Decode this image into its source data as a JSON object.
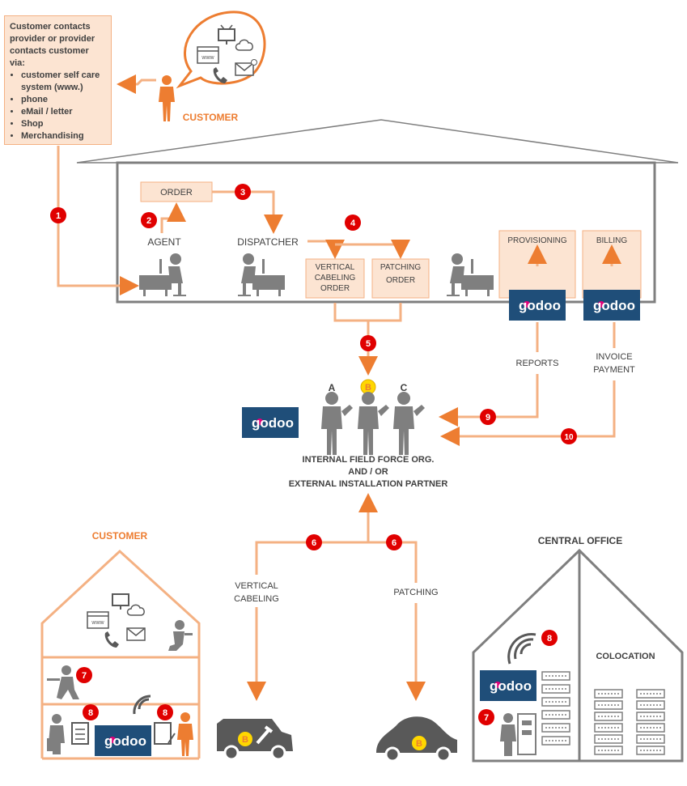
{
  "intro": {
    "text": "Customer contacts provider or provider contacts customer via:",
    "items": [
      "customer self care system (www.)",
      "phone",
      "eMail / letter",
      "Shop",
      "Merchandising"
    ]
  },
  "labels": {
    "customer_top": "CUSTOMER",
    "order": "ORDER",
    "agent": "AGENT",
    "dispatcher": "DISPATCHER",
    "vertical_cabeling_order": [
      "VERTICAL",
      "CABELING",
      "ORDER"
    ],
    "patching_order": [
      "PATCHING",
      "ORDER"
    ],
    "provisioning": "PROVISIONING",
    "billing": "BILLING",
    "reports": "REPORTS",
    "invoice_payment": [
      "INVOICE",
      "PAYMENT"
    ],
    "worker_a": "A",
    "worker_b": "B",
    "worker_c": "C",
    "field_force": [
      "INTERNAL FIELD FORCE ORG.",
      "AND / OR",
      "EXTERNAL INSTALLATION PARTNER"
    ],
    "customer_house": "CUSTOMER",
    "vertical_cabeling": [
      "VERTICAL",
      "CABELING"
    ],
    "patching": "PATCHING",
    "central_office": "CENTRAL OFFICE",
    "colocation": "COLOCATION",
    "www": "www",
    "van_badge": "B",
    "car_badge": "B"
  },
  "steps": [
    "1",
    "2",
    "3",
    "4",
    "5",
    "6",
    "6",
    "7",
    "7",
    "8",
    "8",
    "8",
    "9",
    "10"
  ],
  "logo": {
    "text": "godoo",
    "bg": "#1f4e79",
    "dot": "#e0007a"
  },
  "colors": {
    "accent": "#ed7d31",
    "line": "#f4b183",
    "badge": "#e00000",
    "grey": "#7f7f7f",
    "b_badge": "#ffd700"
  },
  "icons": [
    "person-icon",
    "monitor-icon",
    "browser-icon",
    "cloud-icon",
    "phone-icon",
    "email-icon",
    "desk-worker-icon",
    "technician-icon",
    "van-icon",
    "car-icon",
    "server-rack-icon",
    "wifi-icon",
    "house-icon"
  ]
}
